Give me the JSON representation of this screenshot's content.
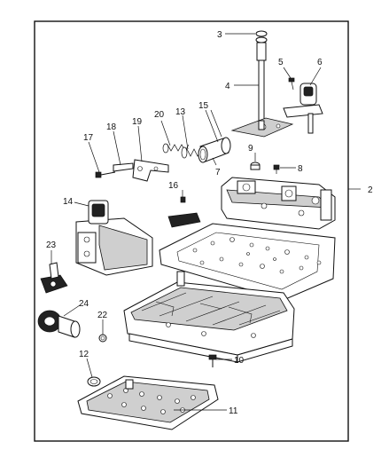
{
  "diagram": {
    "callouts": [
      {
        "id": "c1",
        "text": "3"
      },
      {
        "id": "c2",
        "text": "5"
      },
      {
        "id": "c3",
        "text": "6"
      },
      {
        "id": "c4",
        "text": "4"
      },
      {
        "id": "c5",
        "text": "15"
      },
      {
        "id": "c6",
        "text": "20"
      },
      {
        "id": "c7",
        "text": "13"
      },
      {
        "id": "c8",
        "text": "19"
      },
      {
        "id": "c9",
        "text": "18"
      },
      {
        "id": "c10",
        "text": "17"
      },
      {
        "id": "c11",
        "text": "9"
      },
      {
        "id": "c12",
        "text": "8"
      },
      {
        "id": "c13",
        "text": "7"
      },
      {
        "id": "c14",
        "text": "2"
      },
      {
        "id": "c15",
        "text": "16"
      },
      {
        "id": "c16",
        "text": "14"
      },
      {
        "id": "c17",
        "text": "23"
      },
      {
        "id": "c18",
        "text": "24"
      },
      {
        "id": "c19",
        "text": "22"
      },
      {
        "id": "c20",
        "text": "12"
      },
      {
        "id": "c21",
        "text": "10"
      },
      {
        "id": "c22",
        "text": "11"
      }
    ]
  }
}
